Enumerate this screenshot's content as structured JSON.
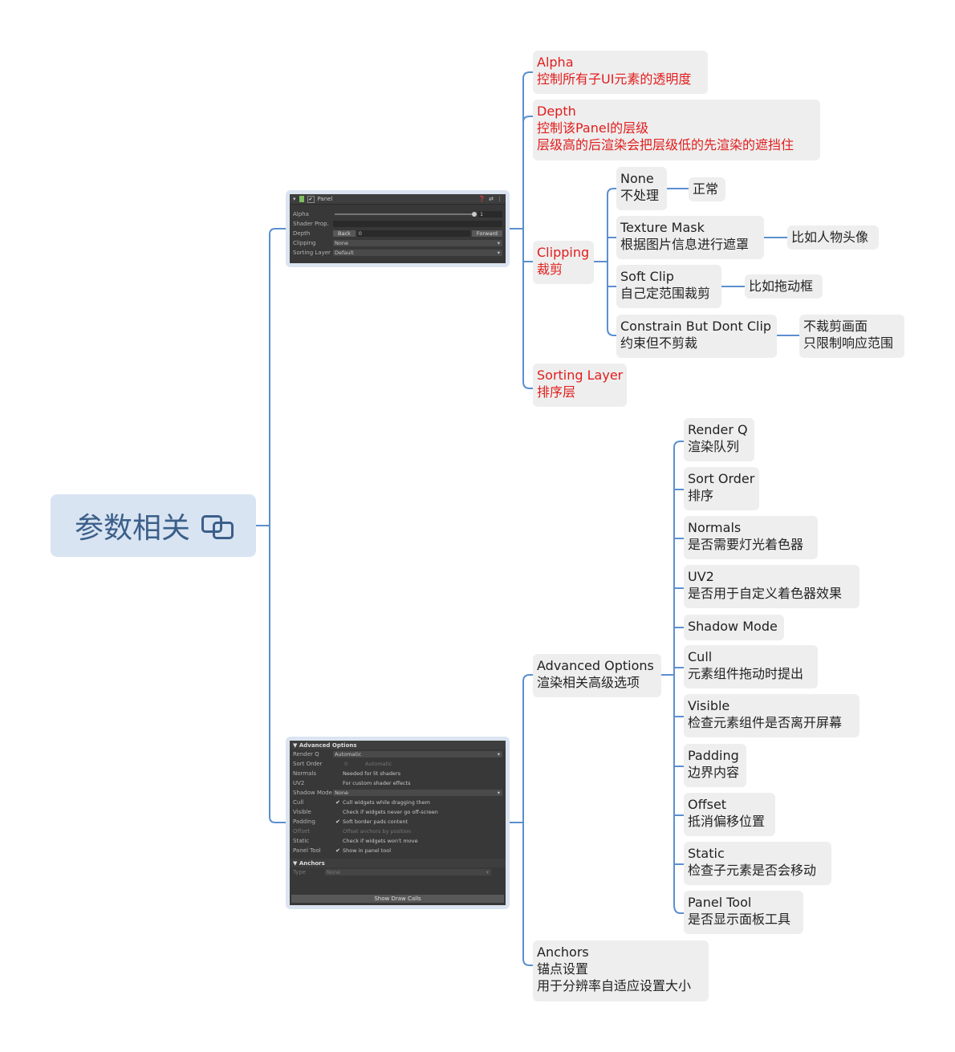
{
  "root": {
    "title": "参数相关"
  },
  "panel_ui": {
    "title": "Panel",
    "rows": [
      {
        "label": "Alpha",
        "value": "1"
      },
      {
        "label": "Shader Prop.",
        "value": ""
      },
      {
        "label": "Depth",
        "back": "Back",
        "value": "0",
        "forward": "Forward"
      },
      {
        "label": "Clipping",
        "value": "None"
      },
      {
        "label": "Sorting Layer",
        "value": "Default"
      }
    ]
  },
  "advanced_ui": {
    "section": "Advanced Options",
    "render_q": {
      "label": "Render Q",
      "value": "Automatic"
    },
    "sort_order": {
      "label": "Sort Order",
      "value": "0",
      "note": "Automatic"
    },
    "normals": {
      "label": "Normals",
      "desc": "Needed for lit shaders"
    },
    "uv2": {
      "label": "UV2",
      "desc": "For custom shader effects"
    },
    "shadow_mode": {
      "label": "Shadow Mode",
      "value": "None"
    },
    "cull": {
      "label": "Cull",
      "desc": "Cull widgets while dragging them"
    },
    "visible": {
      "label": "Visible",
      "desc": "Check if widgets never go off-screen"
    },
    "padding": {
      "label": "Padding",
      "desc": "Soft border pads content"
    },
    "offset": {
      "label": "Offset",
      "desc": "Offset anchors by position"
    },
    "static": {
      "label": "Static",
      "desc": "Check if widgets won't move"
    },
    "panel_tool": {
      "label": "Panel Tool",
      "desc": "Show in panel tool"
    },
    "anchors_section": "Anchors",
    "type": {
      "label": "Type",
      "value": "None"
    },
    "footer": "Show Draw Calls"
  },
  "panel_branch": [
    {
      "l1": "Alpha",
      "l2": "控制所有子UI元素的透明度"
    },
    {
      "l1": "Depth",
      "l2": "控制该Panel的层级",
      "l3": "层级高的后渲染会把层级低的先渲染的遮挡住"
    },
    {
      "l1": "Clipping",
      "l2": "裁剪"
    },
    {
      "l1": "Sorting Layer",
      "l2": "排序层"
    }
  ],
  "clipping_options": [
    {
      "l1": "None",
      "l2": "不处理",
      "note": "正常"
    },
    {
      "l1": "Texture Mask",
      "l2": "根据图片信息进行遮罩",
      "note": "比如人物头像"
    },
    {
      "l1": "Soft Clip",
      "l2": "自己定范围裁剪",
      "note": "比如拖动框"
    },
    {
      "l1": "Constrain But Dont Clip",
      "l2": "约束但不剪裁",
      "note1": "不裁剪画面",
      "note2": "只限制响应范围"
    }
  ],
  "advanced_branch": [
    {
      "l1": "Advanced Options",
      "l2": "渲染相关高级选项"
    },
    {
      "l1": "Anchors",
      "l2": "锚点设置",
      "l3": "用于分辨率自适应设置大小"
    }
  ],
  "advanced_options": [
    {
      "l1": "Render Q",
      "l2": "渲染队列"
    },
    {
      "l1": "Sort Order",
      "l2": "排序"
    },
    {
      "l1": "Normals",
      "l2": "是否需要灯光着色器"
    },
    {
      "l1": "UV2",
      "l2": "是否用于自定义着色器效果"
    },
    {
      "l1": "Shadow Mode"
    },
    {
      "l1": "Cull",
      "l2": "元素组件拖动时提出"
    },
    {
      "l1": "Visible",
      "l2": "检查元素组件是否离开屏幕"
    },
    {
      "l1": "Padding",
      "l2": "边界内容"
    },
    {
      "l1": "Offset",
      "l2": "抵消偏移位置"
    },
    {
      "l1": "Static",
      "l2": "检查子元素是否会移动"
    },
    {
      "l1": "Panel Tool",
      "l2": "是否显示面板工具"
    }
  ],
  "colors": {
    "connector": "#5b8fcf",
    "node_bg": "#eeeeee",
    "root_bg": "#d9e4f2",
    "root_text": "#3b5f8a",
    "red_text": "#e21d1d"
  }
}
